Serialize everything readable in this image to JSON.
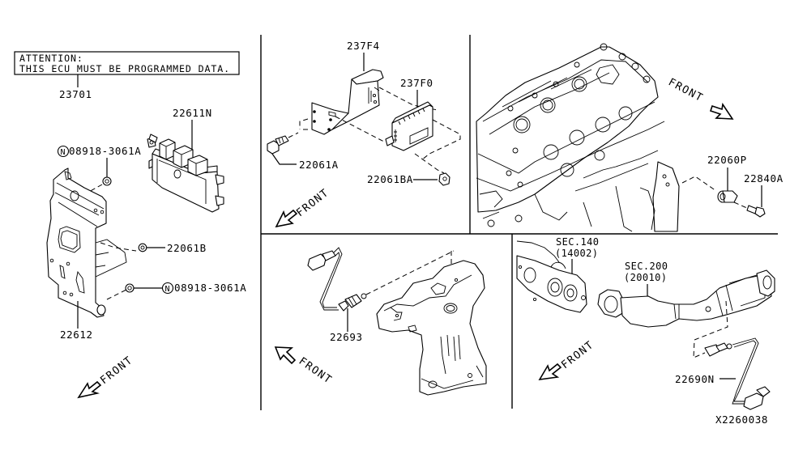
{
  "diagram": {
    "title": "Engine Control Module & Sensors",
    "diagram_id": "X2260038",
    "attention_box": {
      "line1": "ATTENTION:",
      "line2": "THIS ECU MUST BE PROGRAMMED DATA."
    },
    "direction_label": "FRONT",
    "panels": {
      "ecu": {
        "parts": [
          {
            "id": "ecu-label-note",
            "number": "23701"
          },
          {
            "id": "ecu-module",
            "number": "22611N"
          },
          {
            "id": "bracket-nut-upper",
            "number": "08918-3061A",
            "prefix_icon": "N-circle"
          },
          {
            "id": "bracket-nut-mid",
            "number": "22061B"
          },
          {
            "id": "bracket-nut-lower",
            "number": "08918-3061A",
            "prefix_icon": "N-circle"
          },
          {
            "id": "ecu-bracket",
            "number": "22612"
          }
        ]
      },
      "module_bracket": {
        "parts": [
          {
            "id": "module-bracket",
            "number": "237F4"
          },
          {
            "id": "control-module",
            "number": "237F0"
          },
          {
            "id": "module-bolt",
            "number": "22061A"
          },
          {
            "id": "module-nut",
            "number": "22061BA"
          }
        ]
      },
      "knock_sensor": {
        "parts": [
          {
            "id": "knock-sensor",
            "number": "22060P"
          },
          {
            "id": "knock-sensor-bolt",
            "number": "22840A"
          }
        ]
      },
      "front_o2": {
        "parts": [
          {
            "id": "air-fuel-sensor",
            "number": "22693"
          }
        ]
      },
      "rear_o2": {
        "parts": [
          {
            "id": "exhaust-manifold-ref",
            "section": "SEC.140",
            "number": "(14002)"
          },
          {
            "id": "catalyst-ref",
            "section": "SEC.200",
            "number": "(20010)"
          },
          {
            "id": "heated-oxygen-sensor",
            "number": "22690N"
          }
        ]
      }
    }
  }
}
